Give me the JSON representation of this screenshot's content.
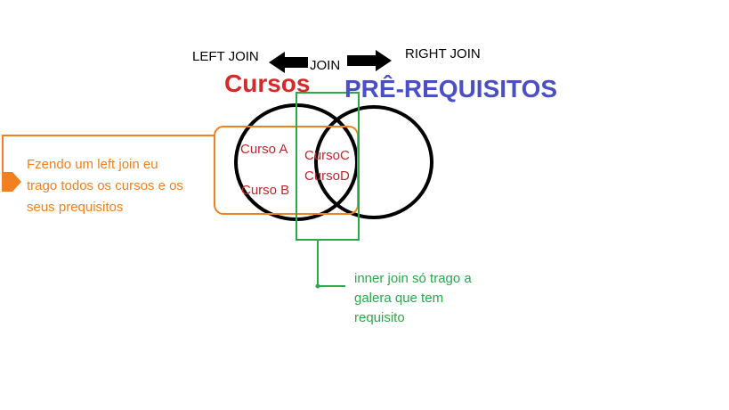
{
  "labels": {
    "left_join": "LEFT JOIN",
    "join": "JOIN",
    "right_join": "RIGHT JOIN"
  },
  "sets": {
    "left": "Cursos",
    "right": "PRÊ-REQUISITOS"
  },
  "items": {
    "curso_a": "Curso A",
    "curso_b": "Curso B",
    "curso_c": "CursoC",
    "curso_d": "CursoD"
  },
  "notes": {
    "left_join": [
      "Fzendo um left join eu",
      "trago todos os cursos e os",
      "seus prequisitos"
    ],
    "inner_join": [
      "inner join só trago a",
      "galera que tem",
      "requisito"
    ]
  },
  "colors": {
    "left_title": "#d42a2a",
    "right_title": "#4a4fc4",
    "items": "#c0262b",
    "left_join_highlight": "#f28020",
    "inner_join_highlight": "#2aa84a",
    "circles": "#000000"
  }
}
